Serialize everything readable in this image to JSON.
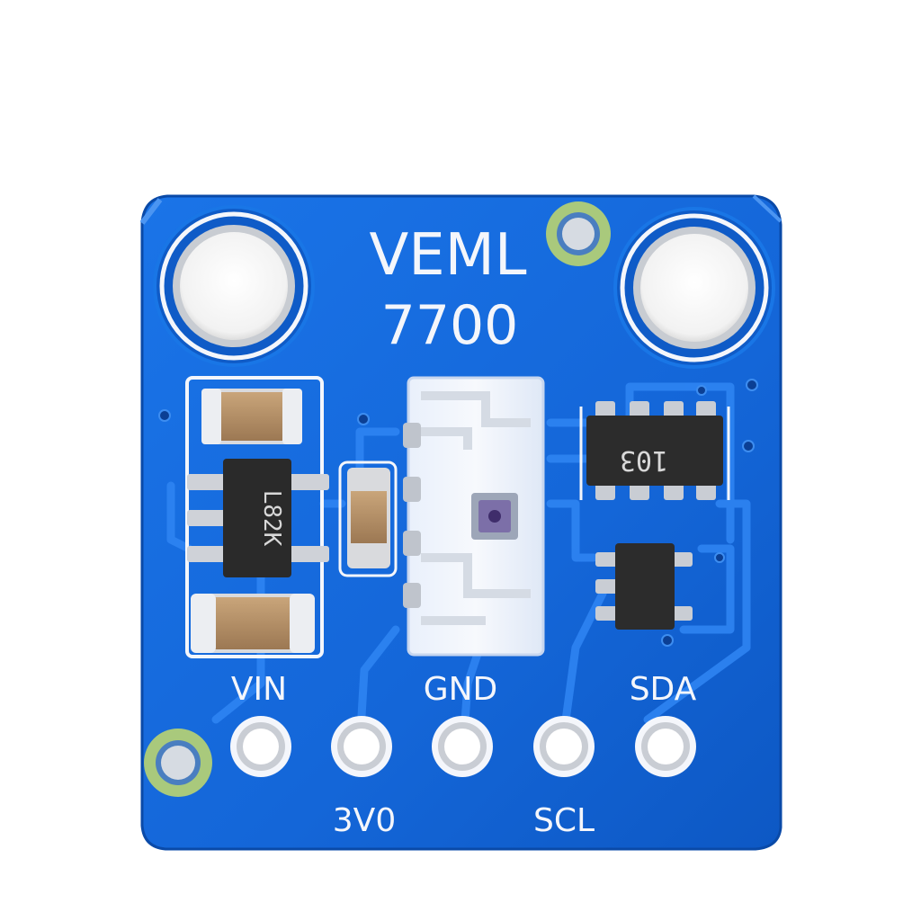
{
  "board": {
    "title_line1": "VEML",
    "title_line2": "7700",
    "pin_labels": {
      "vin": "VIN",
      "v3": "3V0",
      "gnd": "GND",
      "scl": "SCL",
      "sda": "SDA"
    },
    "chip_markings": {
      "regulator": "L82K",
      "resistor_array": "103"
    }
  },
  "colors": {
    "background": "#ffffff",
    "pcb": "#1466d8",
    "pcb_dark": "#0b4fb8",
    "trace": "#2a7ff0",
    "silkscreen": "#f4f6fb",
    "pad": "#c9cdd4",
    "fiducial": "#b7d48a",
    "chip": "#2a2a2a",
    "capacitor": "#b99468"
  }
}
